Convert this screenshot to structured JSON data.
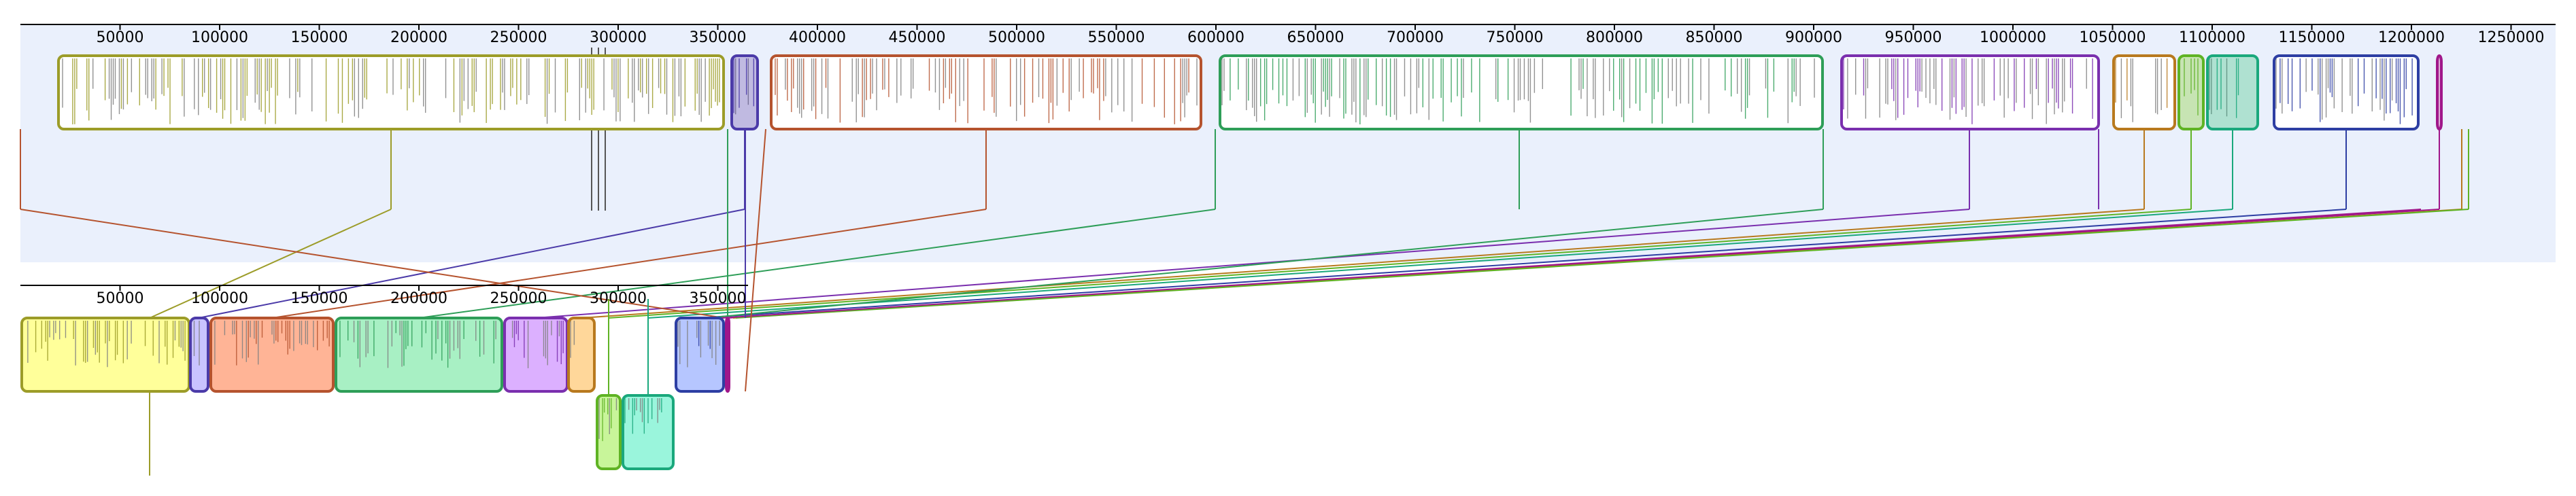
{
  "colors": {
    "panel_background": "#eaf0fc",
    "ruler_line": "#000000",
    "feature_line": "#808080",
    "olive": "#9c9c28",
    "purple_small": "#4b3aa8",
    "rust": "#b5532e",
    "green": "#2e9e58",
    "violet": "#7a2fae",
    "orange": "#b8791e",
    "lime": "#5fb324",
    "teal": "#1aa87c",
    "blue": "#2d3ea3",
    "magenta": "#a0168a"
  },
  "genome_1": {
    "ruler_ticks": [
      "50000",
      "100000",
      "150000",
      "200000",
      "250000",
      "300000",
      "350000",
      "400000",
      "450000",
      "500000",
      "550000",
      "600000",
      "650000",
      "700000",
      "750000",
      "800000",
      "850000",
      "900000",
      "950000",
      "1000000",
      "1050000",
      "1100000",
      "1150000",
      "1200000",
      "1250000"
    ]
  },
  "genome_2": {
    "ruler_ticks": [
      "50000",
      "100000",
      "150000",
      "200000",
      "250000",
      "300000",
      "350000"
    ]
  }
}
